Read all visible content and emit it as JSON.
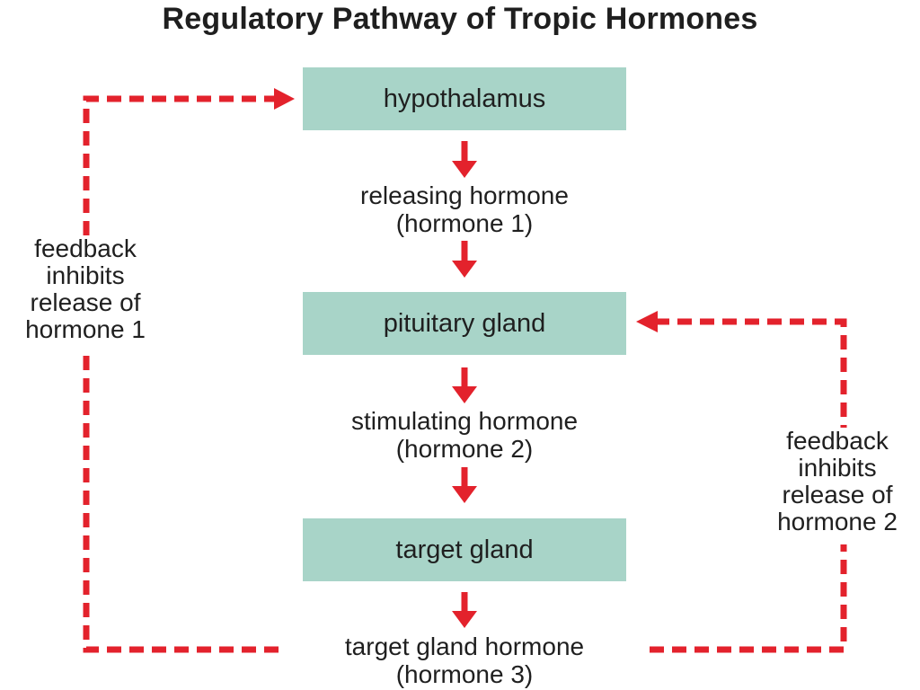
{
  "title": "Regulatory Pathway of Tropic Hormones",
  "colors": {
    "box_fill": "#a8d4c8",
    "arrow": "#e3222c",
    "text": "#1f1f1f"
  },
  "boxes": {
    "hypothalamus": "hypothalamus",
    "pituitary": "pituitary gland",
    "target": "target gland"
  },
  "hormones": {
    "h1_name": "releasing hormone",
    "h1_num": "(hormone 1)",
    "h2_name": "stimulating hormone",
    "h2_num": "(hormone 2)",
    "h3_name": "target gland hormone",
    "h3_num": "(hormone 3)"
  },
  "feedback_left": [
    "feedback",
    "inhibits",
    "release of",
    "hormone 1"
  ],
  "feedback_right": [
    "feedback",
    "inhibits",
    "release of",
    "hormone 2"
  ]
}
